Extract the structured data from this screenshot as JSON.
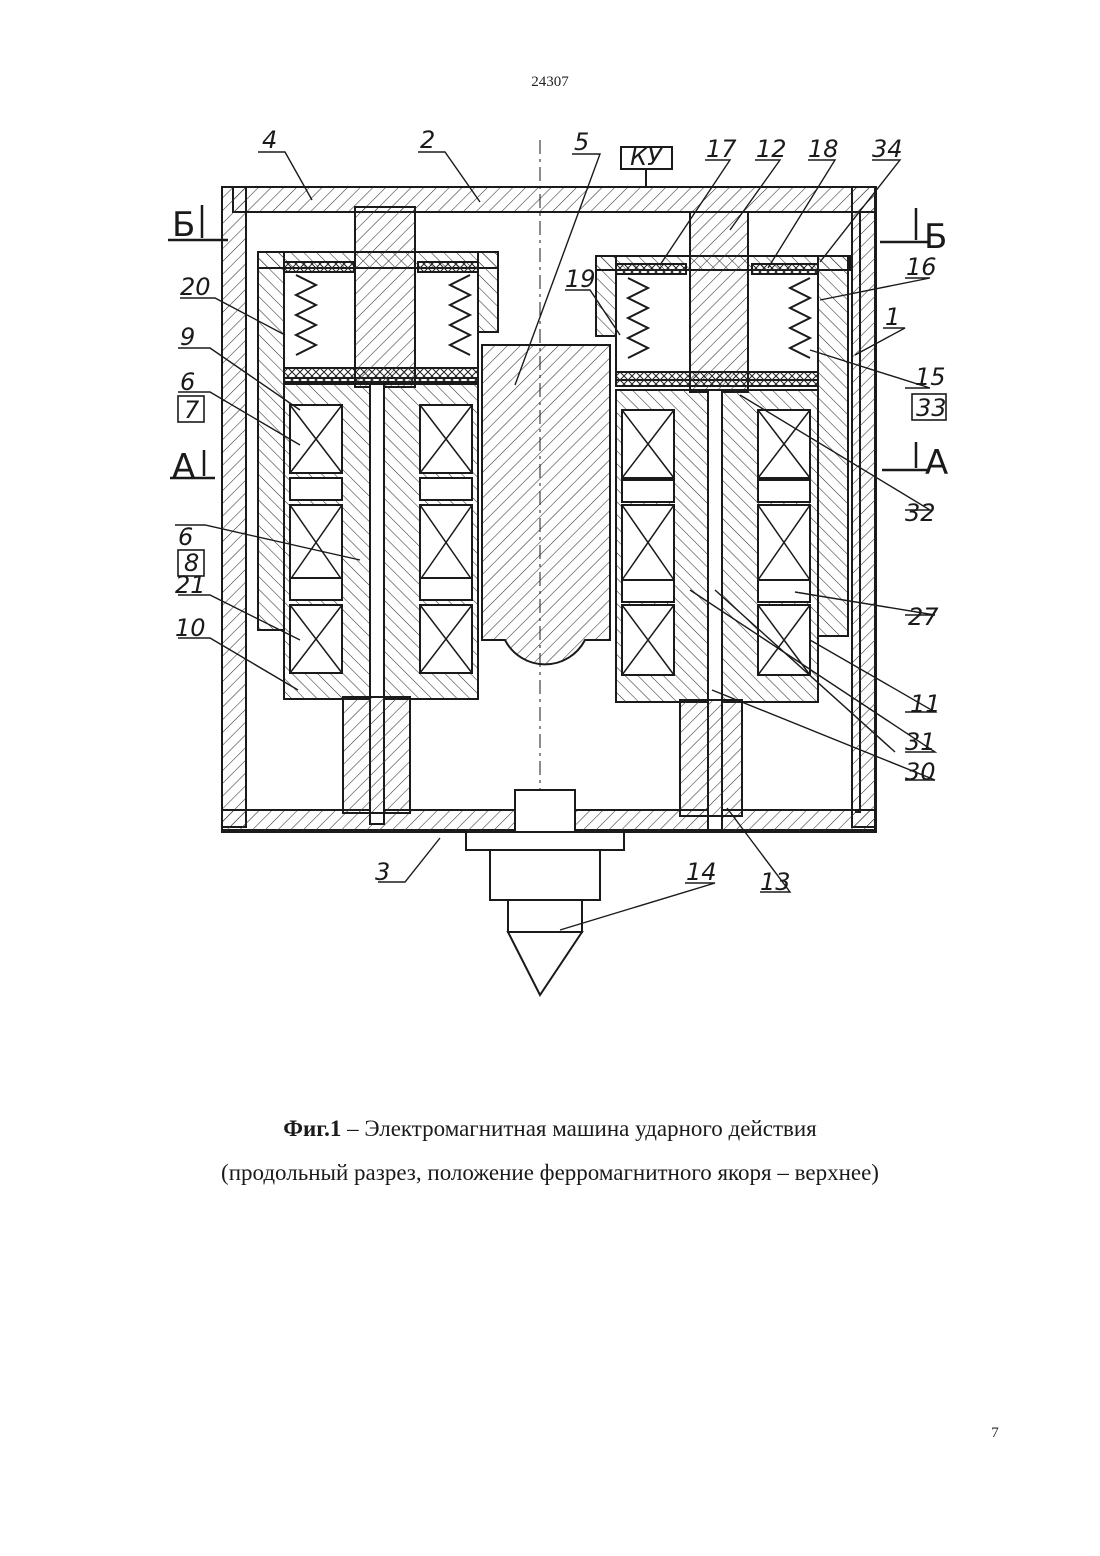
{
  "document": {
    "number": "24307",
    "page_number": "7"
  },
  "caption": {
    "fig_label": "Фиг.1",
    "title_rest": " – Электромагнитная машина ударного действия",
    "line2": "(продольный разрез, положение ферромагнитного якоря – верхнее)"
  },
  "drawing": {
    "control_unit": "КУ",
    "section_a": "А",
    "section_b": "Б",
    "labels": {
      "n1": "1",
      "n2": "2",
      "n3": "3",
      "n4": "4",
      "n5": "5",
      "n6a": "6",
      "n6b": "6",
      "n7": "7",
      "n8": "8",
      "n9": "9",
      "n10": "10",
      "n11": "11",
      "n12": "12",
      "n13": "13",
      "n14": "14",
      "n15": "15",
      "n16": "16",
      "n17": "17",
      "n18": "18",
      "n19": "19",
      "n20": "20",
      "n21": "21",
      "n27": "27",
      "n30": "30",
      "n31": "31",
      "n32": "32",
      "n33": "33",
      "n34": "34"
    }
  }
}
